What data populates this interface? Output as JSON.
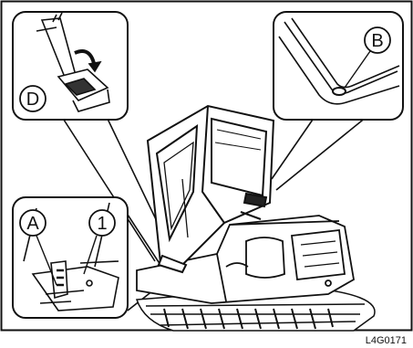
{
  "figure": {
    "code": "L4G0171",
    "colors": {
      "ink": "#111111",
      "paper": "#ffffff",
      "shade": "#444444"
    },
    "callouts": {
      "a": "A",
      "b": "B",
      "d": "D",
      "one": "1"
    },
    "subjects": {
      "main": "excavator-with-tilted-cab",
      "detail_top_left": "cab-tilt-lever-and-lock",
      "detail_top_right": "cab-corner-stopper",
      "detail_bottom_left": "cab-front-lock-bracket"
    }
  }
}
